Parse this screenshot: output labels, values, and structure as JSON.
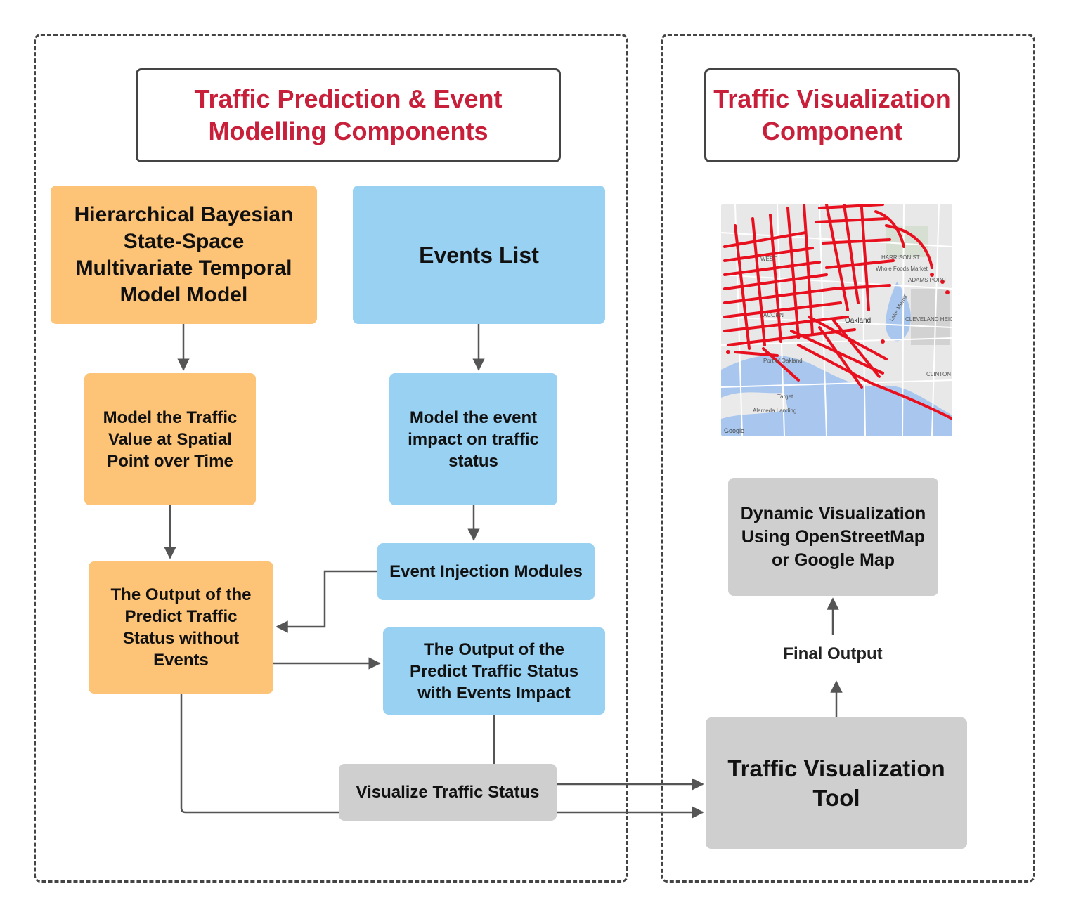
{
  "left_group_title": {
    "line1": "Traffic Prediction & Event",
    "line2": "Modelling Components"
  },
  "right_group_title": {
    "line1": "Traffic Visualization",
    "line2": "Component"
  },
  "nodes": {
    "bayesian_model": "Hierarchical Bayesian State-Space Multivariate Temporal Model Model",
    "events_list": "Events List",
    "model_traffic_value": "Model the Traffic Value at Spatial Point over Time",
    "model_event_impact": "Model the event impact on traffic status",
    "event_injection": "Event Injection Modules",
    "output_without_events": "The Output of the Predict Traffic Status without Events",
    "output_with_events": "The Output of the Predict Traffic Status with Events Impact",
    "visualize_status": "Visualize Traffic Status",
    "visualization_tool": "Traffic Visualization Tool",
    "dynamic_visualization": "Dynamic Visualization Using OpenStreetMap or Google Map"
  },
  "labels": {
    "final_output": "Final Output"
  },
  "map": {
    "icon": "road-network-map-icon",
    "attribution": "Google",
    "places": [
      "Oakland",
      "ACORN",
      "ADAMS POINT",
      "Lake Merritt",
      "CLEVELAND HEIGHTS",
      "Port of Oakland",
      "Alameda Landing",
      "Target",
      "Whole Foods Market",
      "HARRISON ST",
      "WEST",
      "CLINTON"
    ],
    "colors": {
      "roads": "#e8101e",
      "water": "#a9c7ee",
      "land": "#e8e8e8",
      "parks": "#d7ded2"
    }
  },
  "colors": {
    "title_text": "#c8203b",
    "orange": "#fdc376",
    "blue": "#99d1f3",
    "gray": "#cfcfcf",
    "border": "#444444"
  }
}
